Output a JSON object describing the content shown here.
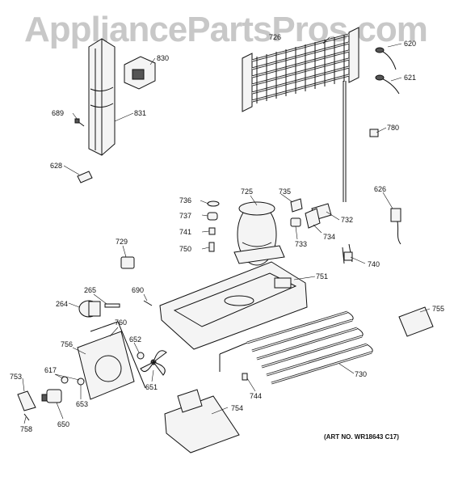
{
  "watermark": "AppliancePartsPros.com",
  "art_number": "(ART NO. WR18643 C17)",
  "callouts": {
    "p620": "620",
    "p621": "621",
    "p726": "726",
    "p780": "780",
    "p830": "830",
    "p831": "831",
    "p689": "689",
    "p628": "628",
    "p736": "736",
    "p737": "737",
    "p741": "741",
    "p750": "750",
    "p725": "725",
    "p735": "735",
    "p732": "732",
    "p733": "733",
    "p734": "734",
    "p626": "626",
    "p729": "729",
    "p740": "740",
    "p751": "751",
    "p265": "265",
    "p690": "690",
    "p264": "264",
    "p755": "755",
    "p760": "760",
    "p756": "756",
    "p652": "652",
    "p617": "617",
    "p753": "753",
    "p653": "653",
    "p651": "651",
    "p730": "730",
    "p744": "744",
    "p758": "758",
    "p650": "650",
    "p754": "754"
  }
}
